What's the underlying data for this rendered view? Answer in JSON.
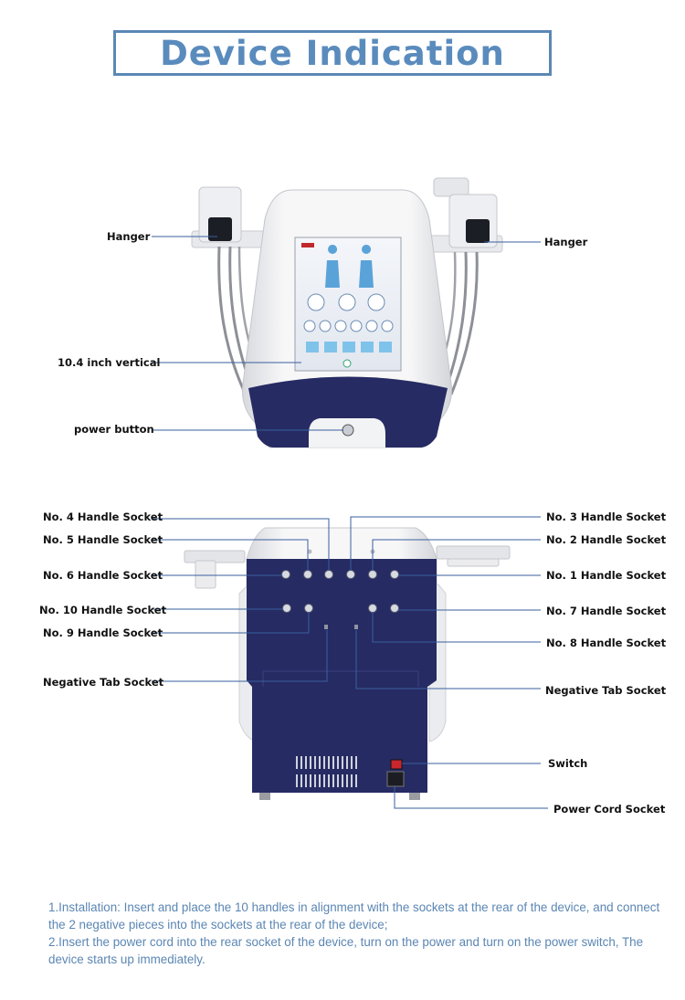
{
  "title": "Device Indication",
  "front_labels": {
    "hanger_left": "Hanger",
    "hanger_right": "Hanger",
    "screen": "10.4 inch vertical",
    "power_button": "power button"
  },
  "rear_labels": {
    "no4": "No. 4 Handle Socket",
    "no5": "No. 5 Handle Socket",
    "no6": "No. 6 Handle Socket",
    "no10": "No. 10 Handle Socket",
    "no9": "No. 9 Handle Socket",
    "neg_left": "Negative Tab Socket",
    "no3": "No. 3 Handle Socket",
    "no2": "No. 2 Handle Socket",
    "no1": "No. 1 Handle Socket",
    "no7": "No. 7 Handle Socket",
    "no8": "No. 8 Handle Socket",
    "neg_right": "Negative Tab Socket",
    "switch": "Switch",
    "power_cord": "Power Cord Socket"
  },
  "instructions": [
    "1.Installation: Insert and place the 10 handles in alignment with the sockets at the rear of the device, and connect the 2 negative pieces into the sockets at the rear of the device;",
    "2.Insert the power cord into the rear socket of the device, turn on the power and turn on the power switch, The device starts up immediately."
  ],
  "colors": {
    "title": "#5a8bbd",
    "instructions": "#5b86b3",
    "device_navy": "#262b63",
    "leader_line": "#3a5f9e"
  }
}
